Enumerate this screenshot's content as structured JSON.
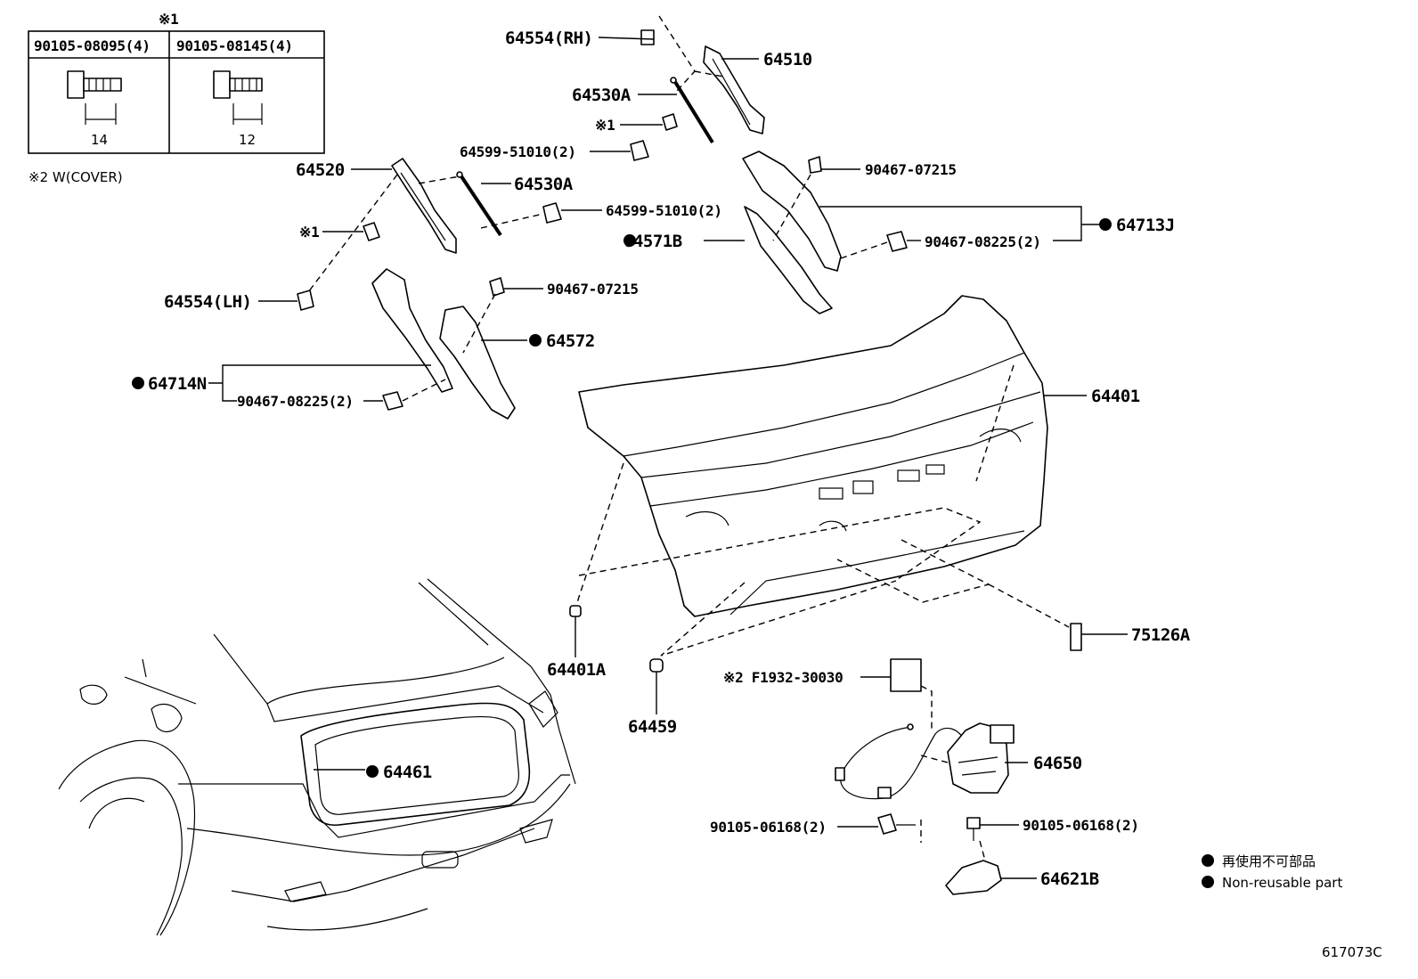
{
  "table": {
    "mark": "※1",
    "col1": "90105-08095(4)",
    "col2": "90105-08145(4)",
    "dim1": "14",
    "dim2": "12"
  },
  "note_cover": "※2 W(COVER)",
  "labels": {
    "p64554rh": "64554(RH)",
    "p64510": "64510",
    "p64530a_top": "64530A",
    "mark1_top": "※1",
    "p64599_top": "64599-51010(2)",
    "p64520": "64520",
    "p64530a": "64530A",
    "p64599": "64599-51010(2)",
    "mark1_left": "※1",
    "p90467_07215_r": "90467-07215",
    "p64713j": "64713J",
    "p64571b": "64571B",
    "p90467_08225_r": "90467-08225(2)",
    "p64554lh": "64554(LH)",
    "p90467_07215_l": "90467-07215",
    "p64572": "64572",
    "p64714n": "64714N",
    "p90467_08225_l": "90467-08225(2)",
    "p64401": "64401",
    "p64401a": "64401A",
    "p64459": "64459",
    "p75126a": "75126A",
    "pf1932": "※2 F1932-30030",
    "p64650": "64650",
    "p64461": "64461",
    "p90105_06168_l": "90105-06168(2)",
    "p90105_06168_r": "90105-06168(2)",
    "p64621b": "64621B"
  },
  "legend": {
    "jp": "再使用不可部品",
    "en": "Non-reusable part"
  },
  "diagram_id": "617073C"
}
